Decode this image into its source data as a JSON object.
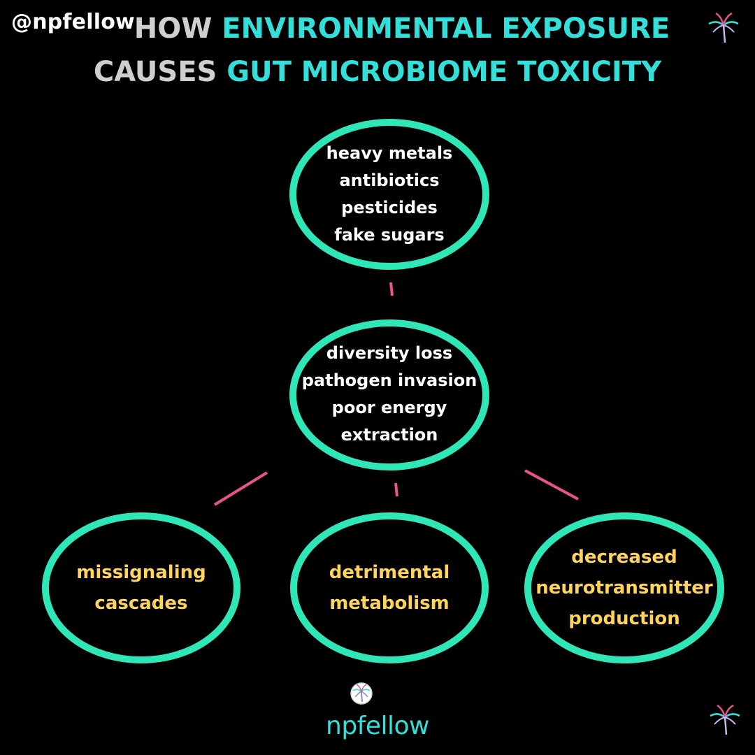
{
  "handle": "@npfellow",
  "title": {
    "line1": [
      {
        "text": "HOW ",
        "style": "grey"
      },
      {
        "text": "ENVIRONMENTAL EXPOSURE",
        "style": "teal"
      }
    ],
    "line2": [
      {
        "text": "CAUSES ",
        "style": "grey"
      },
      {
        "text": "GUT MICROBIOME TOXICITY",
        "style": "teal"
      }
    ]
  },
  "nodes": {
    "exposures": [
      "heavy metals",
      "antibiotics",
      "pesticides",
      "fake sugars"
    ],
    "effects": [
      "diversity loss",
      "pathogen invasion",
      "poor energy",
      "extraction"
    ],
    "outcome_left": [
      "missignaling",
      "cascades"
    ],
    "outcome_middle": [
      "detrimental",
      "metabolism"
    ],
    "outcome_right": [
      "decreased",
      "neurotransmitter",
      "production"
    ]
  },
  "brand": "npfellow",
  "icons": {
    "top_right": "palm-tree-icon",
    "bottom_right": "palm-tree-icon",
    "brand": "palm-tree-badge-icon"
  },
  "colors": {
    "background": "#000000",
    "title_grey": "#cfcfcf",
    "title_teal": "#33dfd8",
    "ellipse_stroke": "#2ee6b6",
    "connector": "#e8548a",
    "node_text": "#ffffff",
    "outcome_text": "#ffd45c",
    "brand_text": "#33dfd8"
  }
}
